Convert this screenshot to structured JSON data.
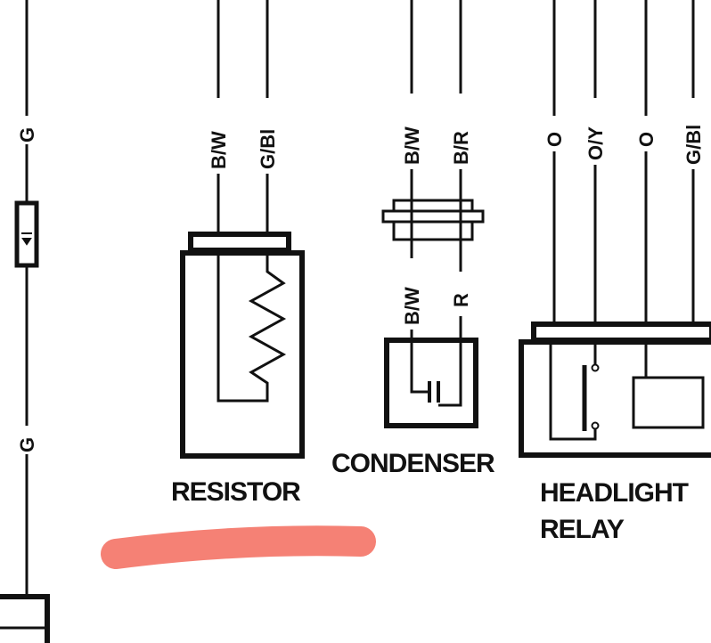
{
  "wires": {
    "left_top": "G",
    "left_bottom": "G",
    "resistor_left": "B/W",
    "resistor_right": "G/Bl",
    "condenser_top_left": "B/W",
    "condenser_top_right": "B/R",
    "condenser_bottom_left": "B/W",
    "condenser_bottom_right": "R",
    "relay_1": "O",
    "relay_2": "O/Y",
    "relay_3": "O",
    "relay_4": "G/Bl"
  },
  "components": {
    "resistor": "RESISTOR",
    "condenser": "CONDENSER",
    "relay_line1": "HEADLIGHT",
    "relay_line2": "RELAY"
  },
  "colors": {
    "highlight": "#f47a6e",
    "ink": "#111111"
  }
}
